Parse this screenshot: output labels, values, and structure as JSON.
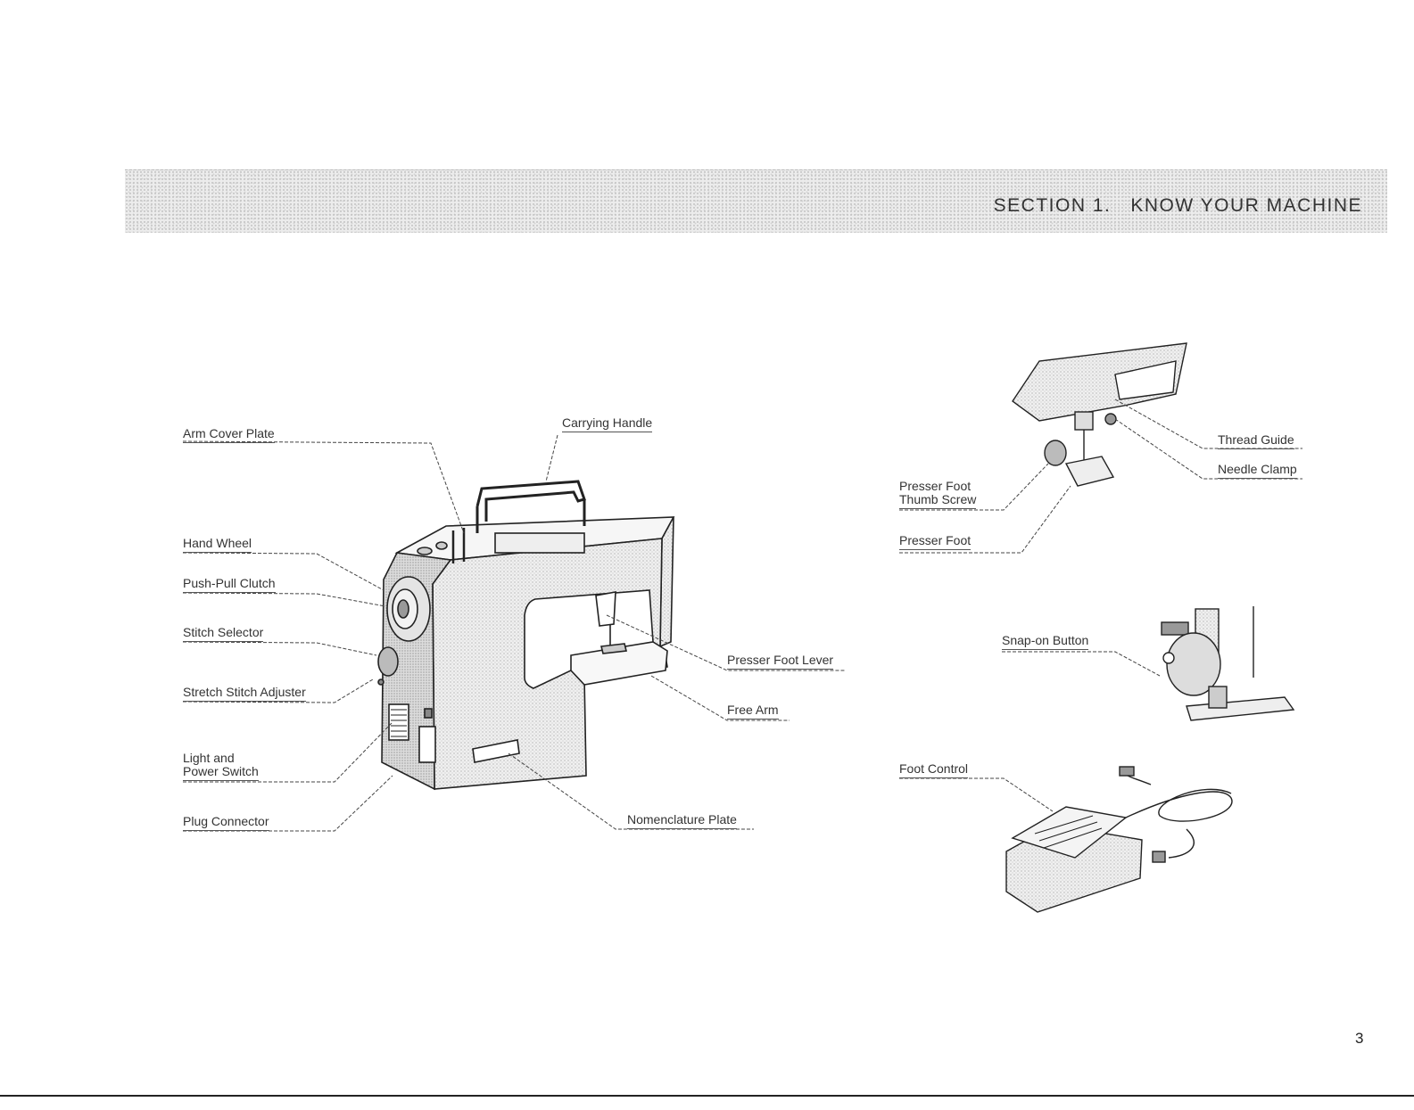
{
  "header": {
    "section_title": "SECTION 1.   KNOW YOUR MACHINE"
  },
  "labels": {
    "arm_cover_plate": "Arm Cover Plate",
    "carrying_handle": "Carrying Handle",
    "hand_wheel": "Hand Wheel",
    "push_pull_clutch": "Push-Pull Clutch",
    "stitch_selector": "Stitch Selector",
    "stretch_stitch_adjuster": "Stretch Stitch Adjuster",
    "light_and_power_switch_line1": "Light and",
    "light_and_power_switch_line2": "Power Switch",
    "plug_connector": "Plug Connector",
    "presser_foot_lever": "Presser Foot Lever",
    "free_arm": "Free Arm",
    "nomenclature_plate": "Nomenclature Plate",
    "presser_foot_thumb_screw_line1": "Presser Foot",
    "presser_foot_thumb_screw_line2": "Thumb Screw",
    "presser_foot": "Presser Foot",
    "thread_guide": "Thread Guide",
    "needle_clamp": "Needle Clamp",
    "snap_on_button": "Snap-on Button",
    "foot_control": "Foot Control"
  },
  "footer": {
    "page_number": "3"
  }
}
